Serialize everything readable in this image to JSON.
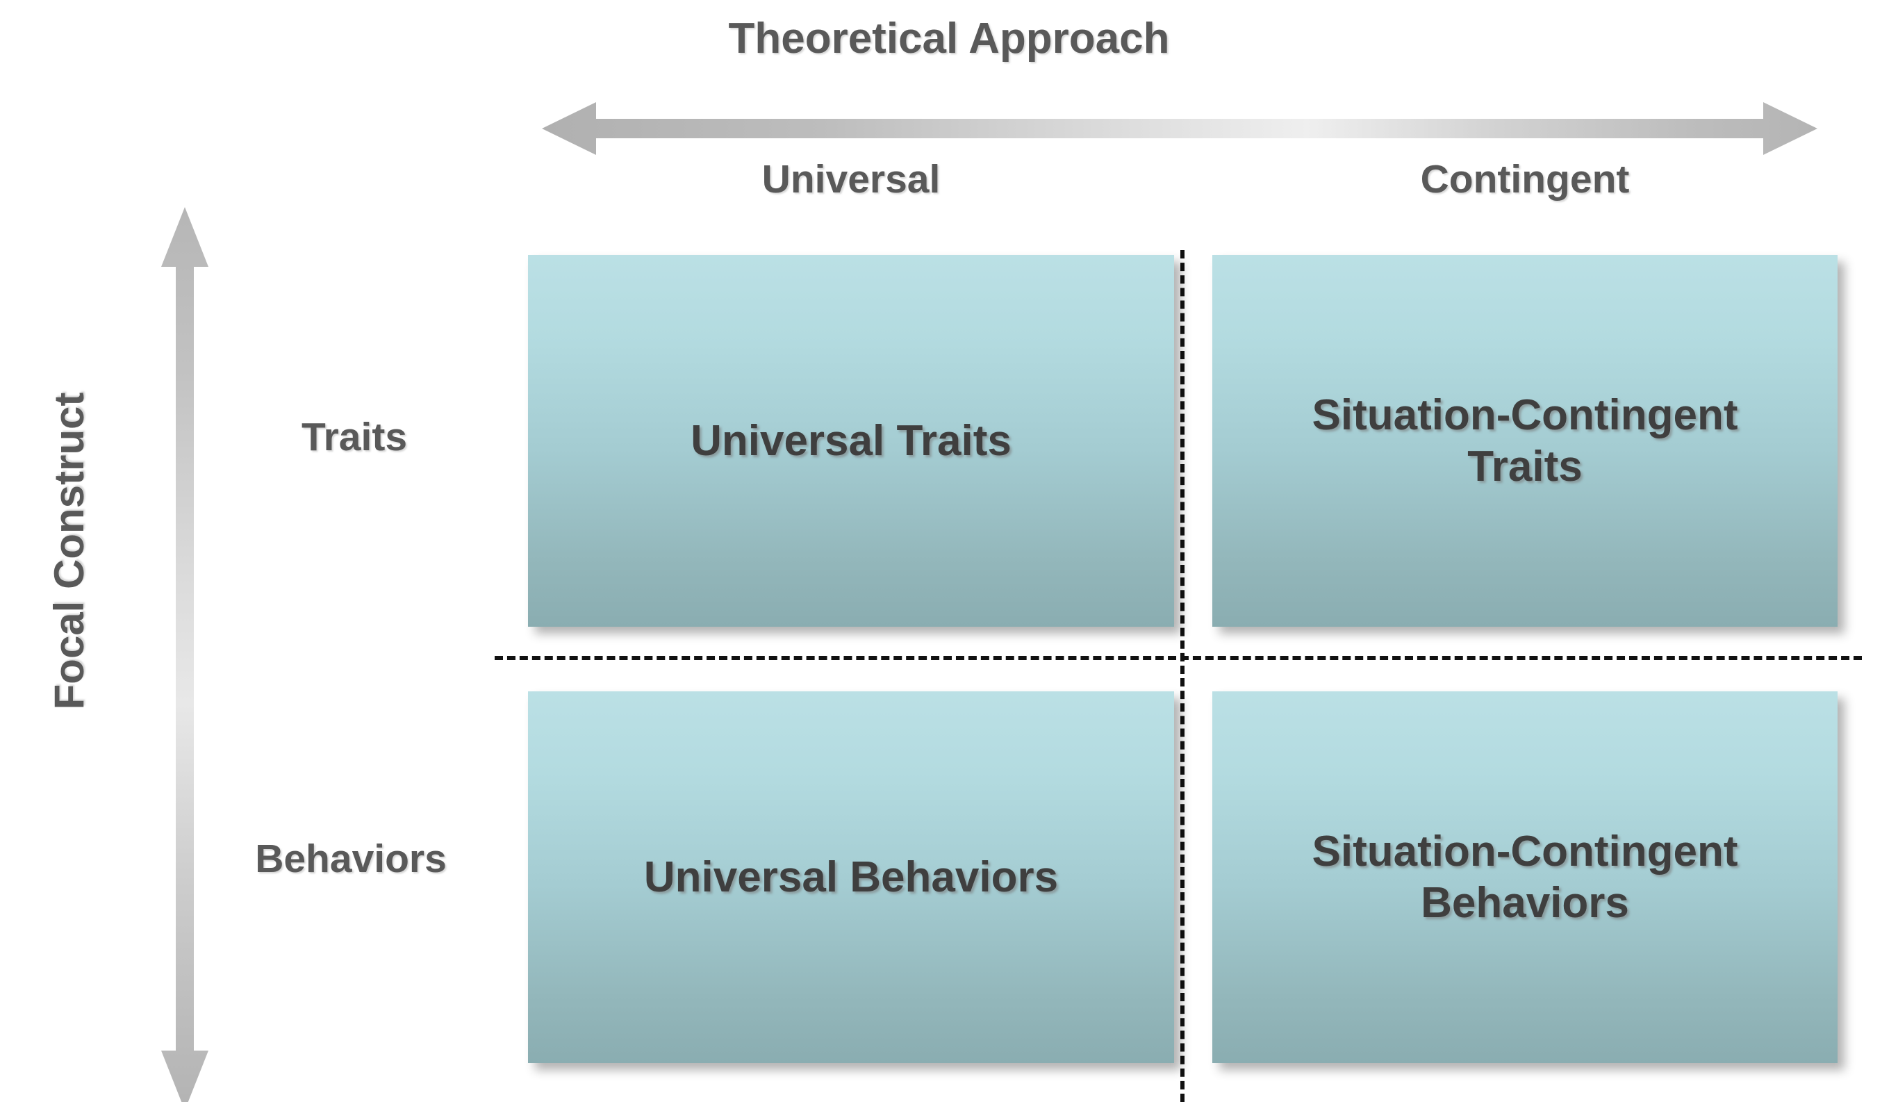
{
  "diagram": {
    "type": "2x2-matrix",
    "x_axis": {
      "title": "Theoretical Approach",
      "arrow": "double-headed-horizontal-arrow",
      "categories": [
        "Universal",
        "Contingent"
      ]
    },
    "y_axis": {
      "title": "Focal Construct",
      "arrow": "double-headed-vertical-arrow",
      "categories": [
        "Traits",
        "Behaviors"
      ]
    },
    "quadrants": [
      {
        "id": "universal-traits",
        "row": "Traits",
        "column": "Universal",
        "label": "Universal Traits"
      },
      {
        "id": "situation-contingent-traits",
        "row": "Traits",
        "column": "Contingent",
        "label": "Situation-Contingent\nTraits"
      },
      {
        "id": "universal-behaviors",
        "row": "Behaviors",
        "column": "Universal",
        "label": "Universal Behaviors"
      },
      {
        "id": "situation-contingent-behaviors",
        "row": "Behaviors",
        "column": "Contingent",
        "label": "Situation-Contingent\nBehaviors"
      }
    ],
    "colors": {
      "box_gradient_top": "#bbe0e5",
      "box_gradient_bottom": "#8aadb1",
      "label_text": "#3f3f3f",
      "axis_text": "#595959",
      "divider_line": "#111111",
      "arrow_gray": "#b2b2b2",
      "background": "#ffffff"
    }
  }
}
